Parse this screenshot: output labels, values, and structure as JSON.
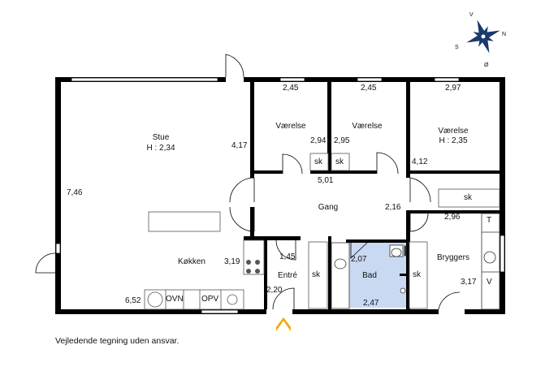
{
  "compass": {
    "n": "N",
    "s": "S",
    "v": "V",
    "o": "Ø"
  },
  "rooms": {
    "stue": {
      "name": "Stue",
      "height": "H : 2,34"
    },
    "vaerelse1": {
      "name": "Værelse"
    },
    "vaerelse2": {
      "name": "Værelse"
    },
    "vaerelse3": {
      "name": "Værelse",
      "height": "H : 2,35"
    },
    "gang": {
      "name": "Gang"
    },
    "koekken": {
      "name": "Køkken"
    },
    "entre": {
      "name": "Entré"
    },
    "bad": {
      "name": "Bad"
    },
    "bryggers": {
      "name": "Bryggers"
    }
  },
  "dimensions": {
    "v1_width": "2,45",
    "v2_width": "2,45",
    "v3_width": "2,97",
    "stue_right": "4,17",
    "v1_depth": "2,94",
    "v2_depth": "2,95",
    "v3_depth": "4,12",
    "gang_len": "5,01",
    "gang_right": "2,16",
    "bryggers_top": "2,96",
    "stue_height": "7,46",
    "koekken_right": "3,19",
    "entre_top": "1,45",
    "entre_side": "2,20",
    "bad_top": "2,07",
    "bad_bottom": "2,47",
    "bryggers_side": "3,17",
    "koekken_bottom": "6,52"
  },
  "fixtures": {
    "sk1": "sk",
    "sk2": "sk",
    "sk3": "sk",
    "sk4": "sk",
    "sk5": "sk",
    "ovn": "OVN",
    "opv": "OPV",
    "t": "T",
    "v": "V"
  },
  "disclaimer": "Vejledende tegning uden ansvar.",
  "colors": {
    "wall": "#000000",
    "bad_floor": "#c9d9f2",
    "entrance_arrow": "#f0a800",
    "window": "#ffffff"
  }
}
